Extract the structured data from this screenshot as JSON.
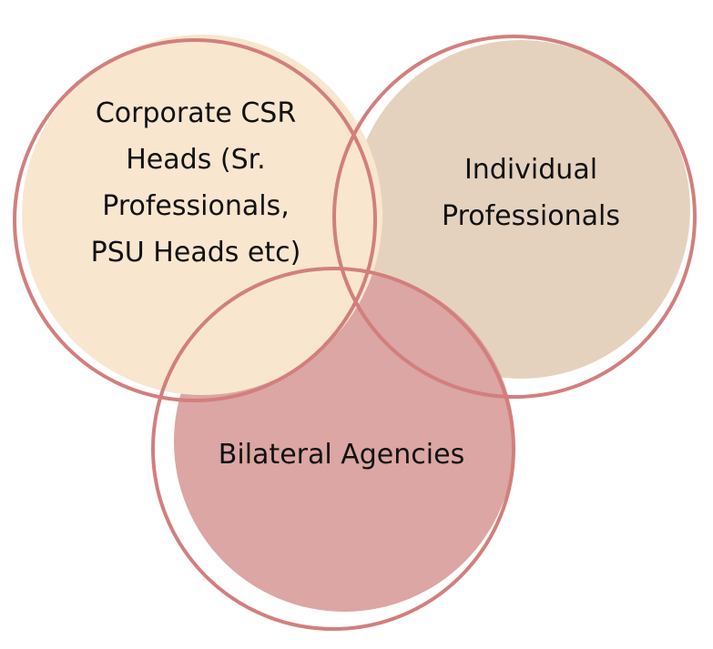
{
  "circles": [
    {
      "id": "corporate",
      "lines": [
        "Corporate CSR",
        "Heads (Sr.",
        "Professionals,",
        "PSU Heads etc)"
      ],
      "fill": "#f9e6cf",
      "outline": "#d27f7d"
    },
    {
      "id": "individual",
      "lines": [
        "Individual",
        "Professionals"
      ],
      "fill": "#e5d2be",
      "outline": "#d27f7d"
    },
    {
      "id": "bilateral",
      "lines": [
        "Bilateral Agencies"
      ],
      "fill": "#dba6a3",
      "outline": "#d27f7d"
    }
  ]
}
